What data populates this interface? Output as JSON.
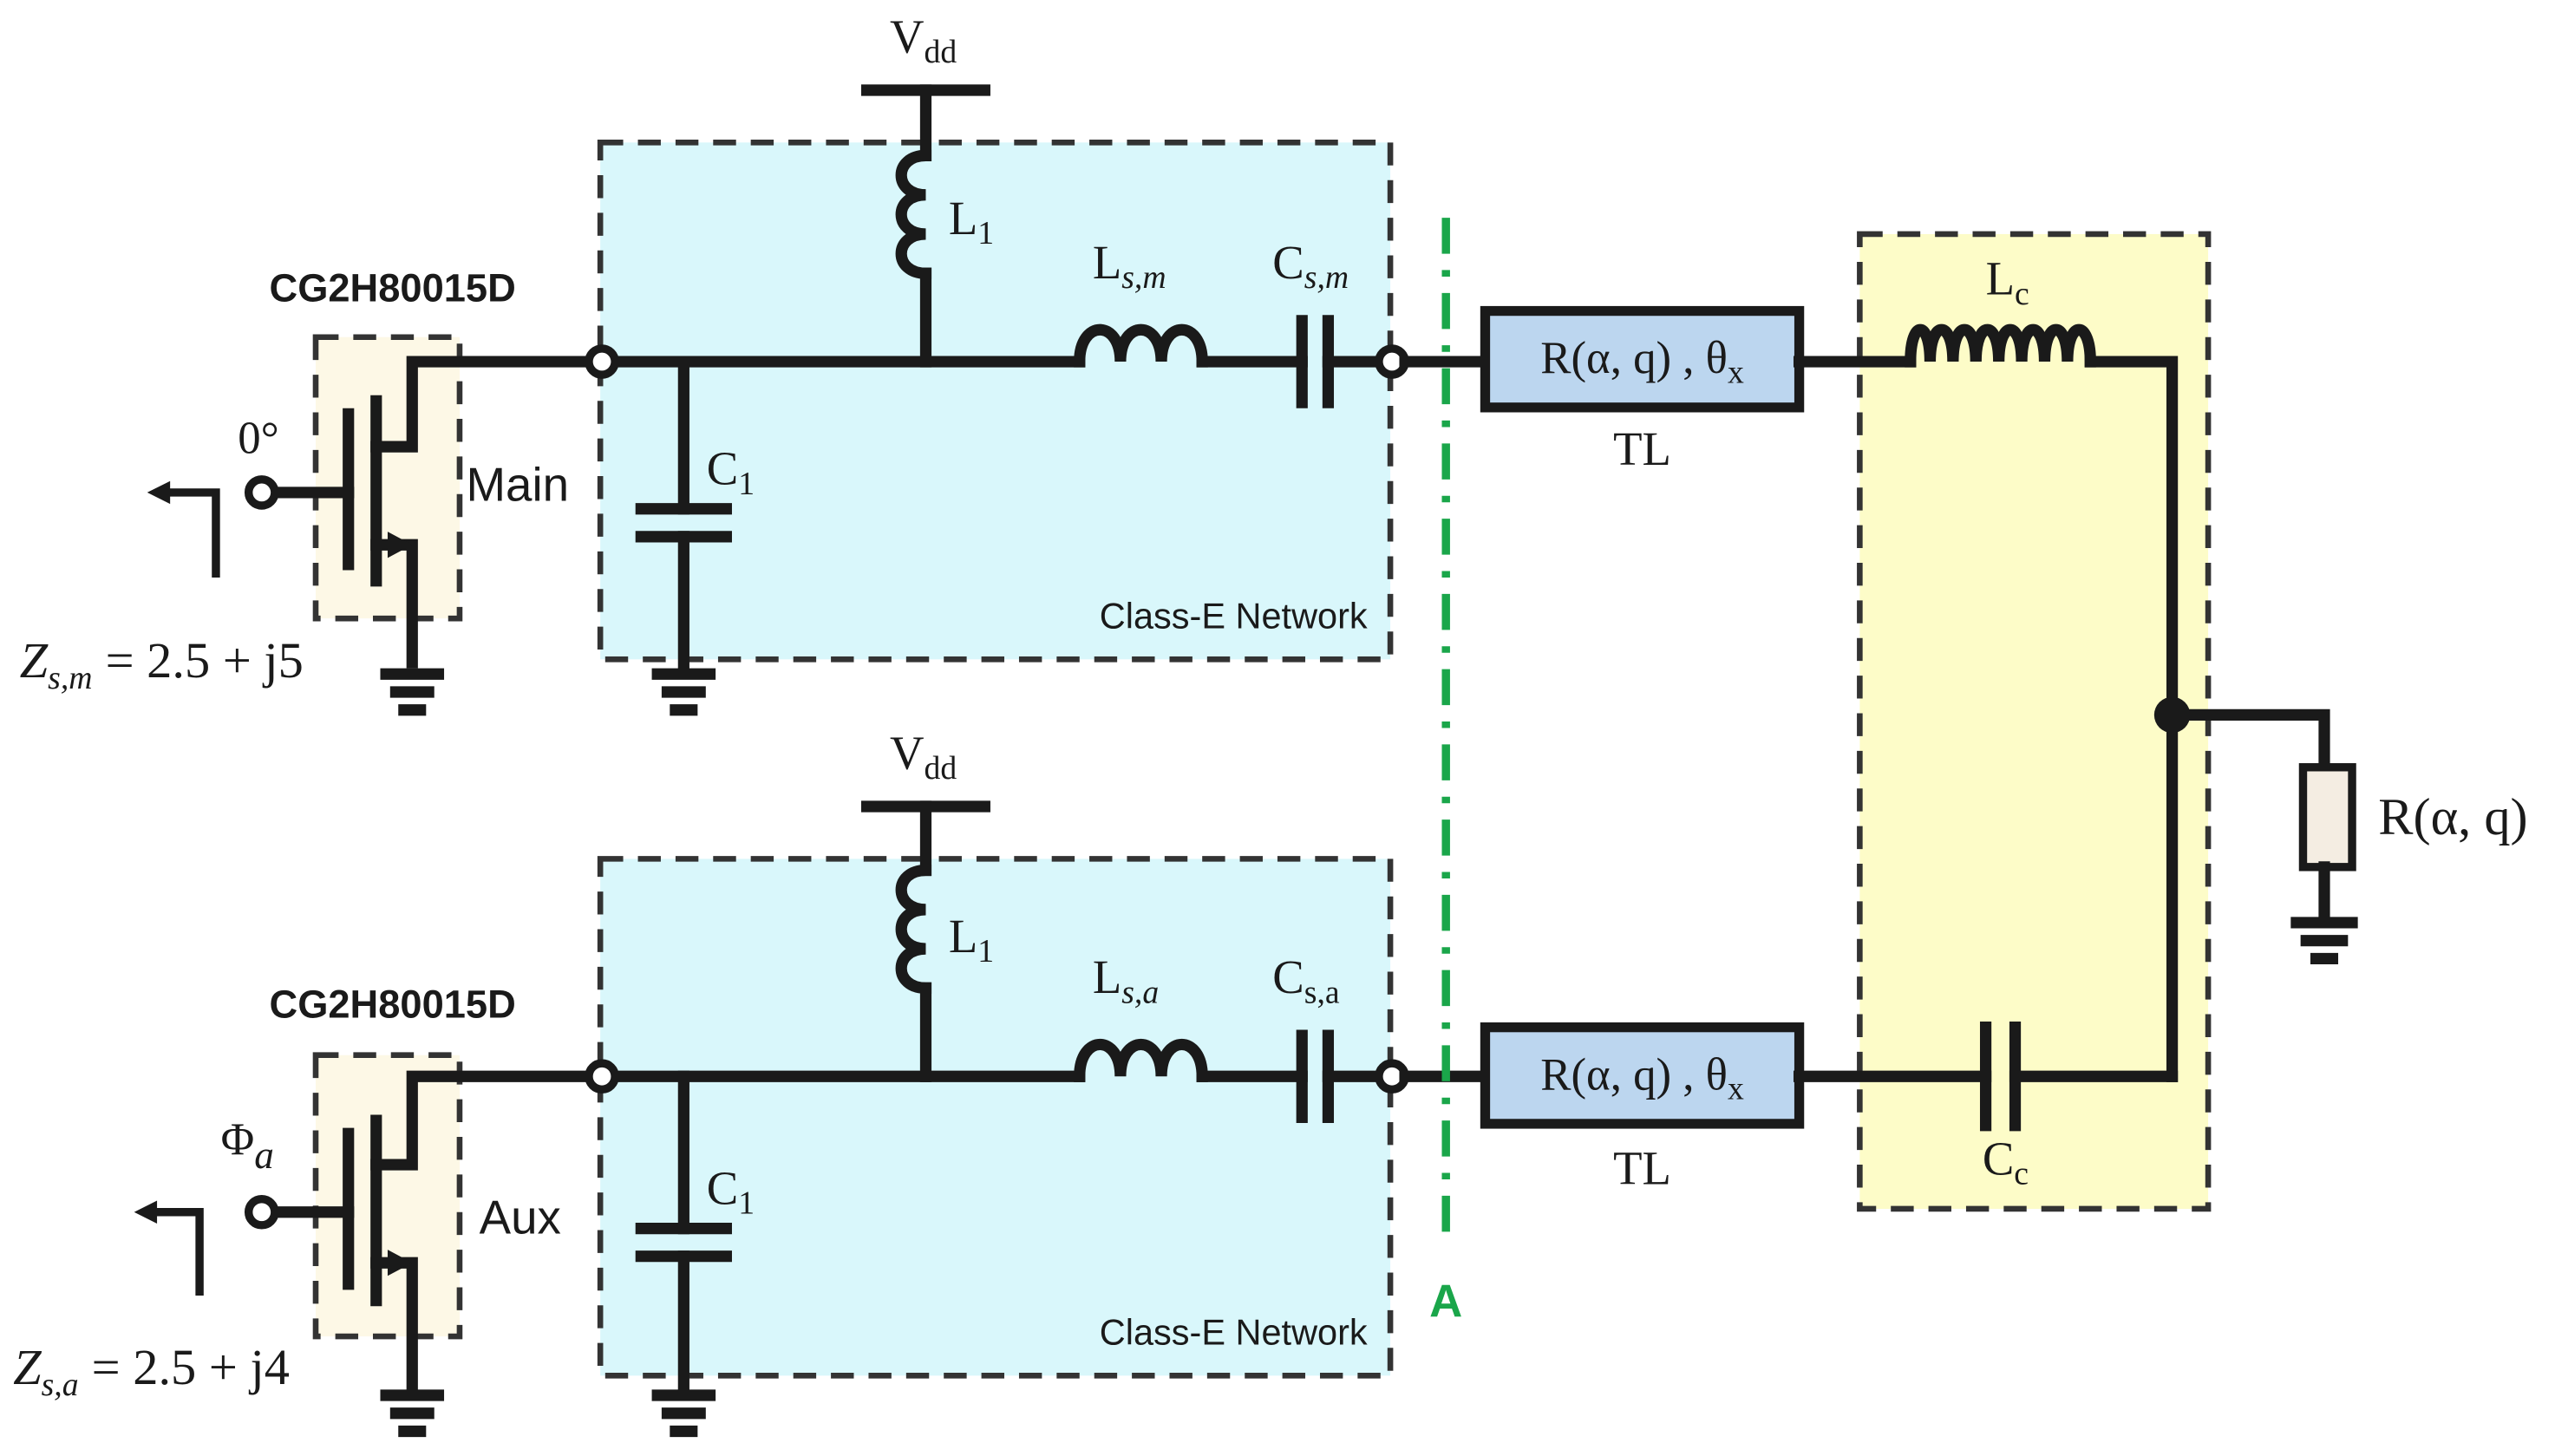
{
  "main_branch": {
    "device": "CG2H80015D",
    "phase": "0°",
    "role": "Main",
    "source_impedance": {
      "z": "Z",
      "sub": "s,m",
      "rest": "= 2.5 + j5"
    },
    "vdd": {
      "main": "V",
      "sub": "dd"
    },
    "L1": {
      "main": "L",
      "sub": "1"
    },
    "C1": {
      "main": "C",
      "sub": "1"
    },
    "Ls": {
      "main": "L",
      "sub": "s,m"
    },
    "Cs": {
      "main": "C",
      "sub": "s,m"
    },
    "network_label": "Class-E Network",
    "tl_text": "R(α, q) , θ",
    "tl_sub": "x",
    "tl_label": "TL"
  },
  "aux_branch": {
    "device": "CG2H80015D",
    "phase_main": "Φ",
    "phase_sub": "a",
    "role": "Aux",
    "source_impedance": {
      "z": "Z",
      "sub": "s,a",
      "rest": "= 2.5 + j4"
    },
    "vdd": {
      "main": "V",
      "sub": "dd"
    },
    "L1": {
      "main": "L",
      "sub": "1"
    },
    "C1": {
      "main": "C",
      "sub": "1"
    },
    "Ls": {
      "main": "L",
      "sub": "s,a"
    },
    "Cs": {
      "main": "C",
      "sub": "s,a"
    },
    "network_label": "Class-E Network",
    "tl_text": "R(α, q) , θ",
    "tl_sub": "x",
    "tl_label": "TL"
  },
  "combiner": {
    "Lc": {
      "main": "L",
      "sub": "c"
    },
    "Cc": {
      "main": "C",
      "sub": "c"
    }
  },
  "load_label": "R(α, q)",
  "reference_plane_label": "A",
  "colors": {
    "class_e_fill": "#d9f7fb",
    "device_fill": "#fdf8e6",
    "combiner_fill": "#fdfcc8",
    "tl_fill": "#bcd6ef",
    "reference_line": "#1aa64a",
    "wire": "#1a1a1a",
    "load_fill": "#f4ede2"
  }
}
